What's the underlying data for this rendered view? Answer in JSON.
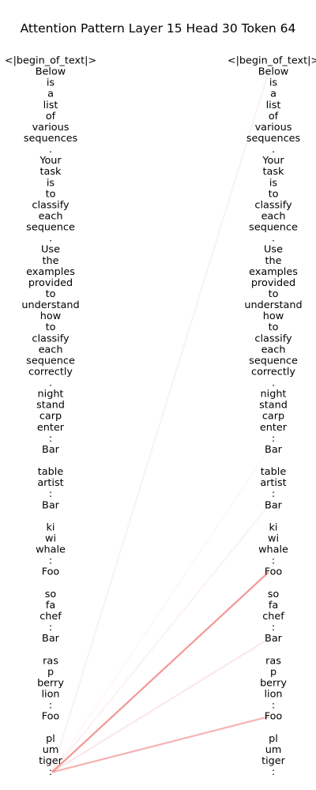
{
  "chart_data": {
    "type": "attention",
    "title": "Attention Pattern Layer 15 Head 30 Token 64",
    "tokens": [
      "<|begin_of_text|>",
      "Below",
      "is",
      "a",
      "list",
      "of",
      "various",
      "sequences",
      ".",
      "Your",
      "task",
      "is",
      "to",
      "classify",
      "each",
      "sequence",
      ".",
      "Use",
      "the",
      "examples",
      "provided",
      "to",
      "understand",
      "how",
      "to",
      "classify",
      "each",
      "sequence",
      "correctly",
      ".",
      "night",
      "stand",
      "carp",
      "enter",
      ":",
      "Bar",
      "",
      "table",
      "artist",
      ":",
      "Bar",
      "",
      "ki",
      "wi",
      "whale",
      ":",
      "Foo",
      "",
      "so",
      "fa",
      "chef",
      ":",
      "Bar",
      "",
      "ras",
      "p",
      "berry",
      "lion",
      ":",
      "Foo",
      "",
      "pl",
      "um",
      "tiger",
      ":"
    ],
    "query_token_index": 64,
    "line_color": "#f08080",
    "attention": [
      {
        "to_index": 1,
        "weight": 0.1
      },
      {
        "to_index": 35,
        "weight": 0.06
      },
      {
        "to_index": 40,
        "weight": 0.1
      },
      {
        "to_index": 46,
        "weight": 0.82
      },
      {
        "to_index": 52,
        "weight": 0.18
      },
      {
        "to_index": 59,
        "weight": 0.6
      }
    ]
  }
}
